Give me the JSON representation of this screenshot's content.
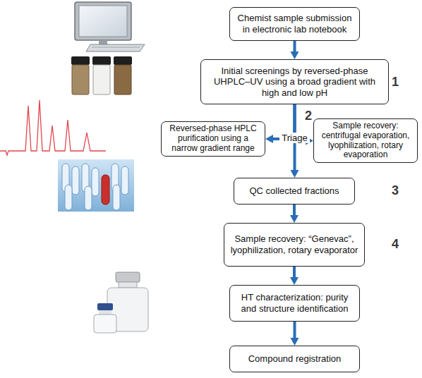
{
  "diagram": {
    "nodes": [
      {
        "text": [
          "Chemist sample submission in electronic lab notebook"
        ]
      },
      {
        "text": [
          "Initial screenings by reversed-phase UHPLC–UV using a broad gradient with high and low pH"
        ]
      },
      {
        "text": [
          "Reversed-phase HPLC purification using a narrow gradient range"
        ]
      },
      {
        "text": [
          "Sample recovery: centrifugal evaporation, lyophilization, rotary evaporation"
        ]
      },
      {
        "text": [
          "QC collected fractions"
        ]
      },
      {
        "text": [
          "Sample recovery: “Genevac”, lyophilization, rotary evaporator"
        ]
      },
      {
        "text": [
          "HT characterization: purity and structure identification"
        ]
      },
      {
        "text": [
          "Compound registration"
        ]
      }
    ],
    "edges": [
      {
        "from": 0,
        "to": 1,
        "arrow": "to"
      },
      {
        "from": 1,
        "to": 2,
        "arrow": "to"
      },
      {
        "from": 1,
        "to": 3,
        "arrow": "to"
      },
      {
        "from": 1,
        "to": 4,
        "arrow": "to"
      },
      {
        "from": 4,
        "to": 5,
        "arrow": "to"
      },
      {
        "from": 5,
        "to": 6,
        "arrow": "to"
      },
      {
        "from": 6,
        "to": 7,
        "arrow": "to"
      }
    ],
    "labels": [
      "1",
      "Triage",
      "2",
      "3",
      "4"
    ]
  }
}
